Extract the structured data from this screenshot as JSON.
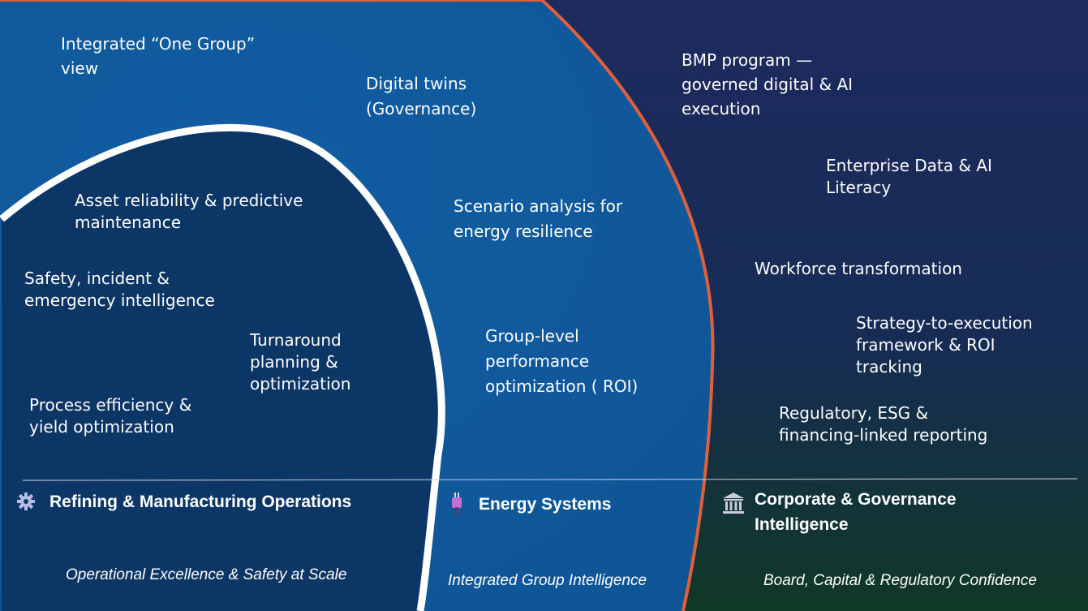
{
  "colors": {
    "core_dark": "#0c3665",
    "middle_blue": "#0f5596",
    "outer_navy": "#1d2a5e",
    "outer_green": "#103826",
    "orange_arc": "#e0603c",
    "white_arc": "#ffffff",
    "gear": "#b9bde6",
    "plug": "#c66fd8",
    "bank": "#c8ccd4"
  },
  "core": {
    "items": [
      "Asset reliability & predictive\nmaintenance",
      "Safety, incident &\nemergency intelligence",
      "Turnaround\nplanning &\noptimization",
      "Process efficiency &\nyield optimization"
    ],
    "title": "Refining & Manufacturing Operations",
    "tagline": "Operational Excellence & Safety at Scale",
    "icon": "gear-icon"
  },
  "energy": {
    "items": [
      "Integrated “One Group”\nview",
      "Digital twins\n(Governance)",
      "Scenario analysis for\nenergy resilience",
      "Group-level\nperformance\noptimization ( ROI)"
    ],
    "title": "Energy Systems",
    "tagline": "Integrated Group Intelligence",
    "icon": "plug-icon"
  },
  "corporate": {
    "items": [
      "BMP program —\ngoverned digital & AI\nexecution",
      "Enterprise Data & AI\nLiteracy",
      "Workforce transformation",
      "Strategy-to-execution\nframework & ROI\ntracking",
      "Regulatory, ESG &\nfinancing-linked reporting"
    ],
    "title": "Corporate & Governance\nIntelligence",
    "tagline": "Board, Capital & Regulatory Confidence",
    "icon": "bank-icon"
  }
}
